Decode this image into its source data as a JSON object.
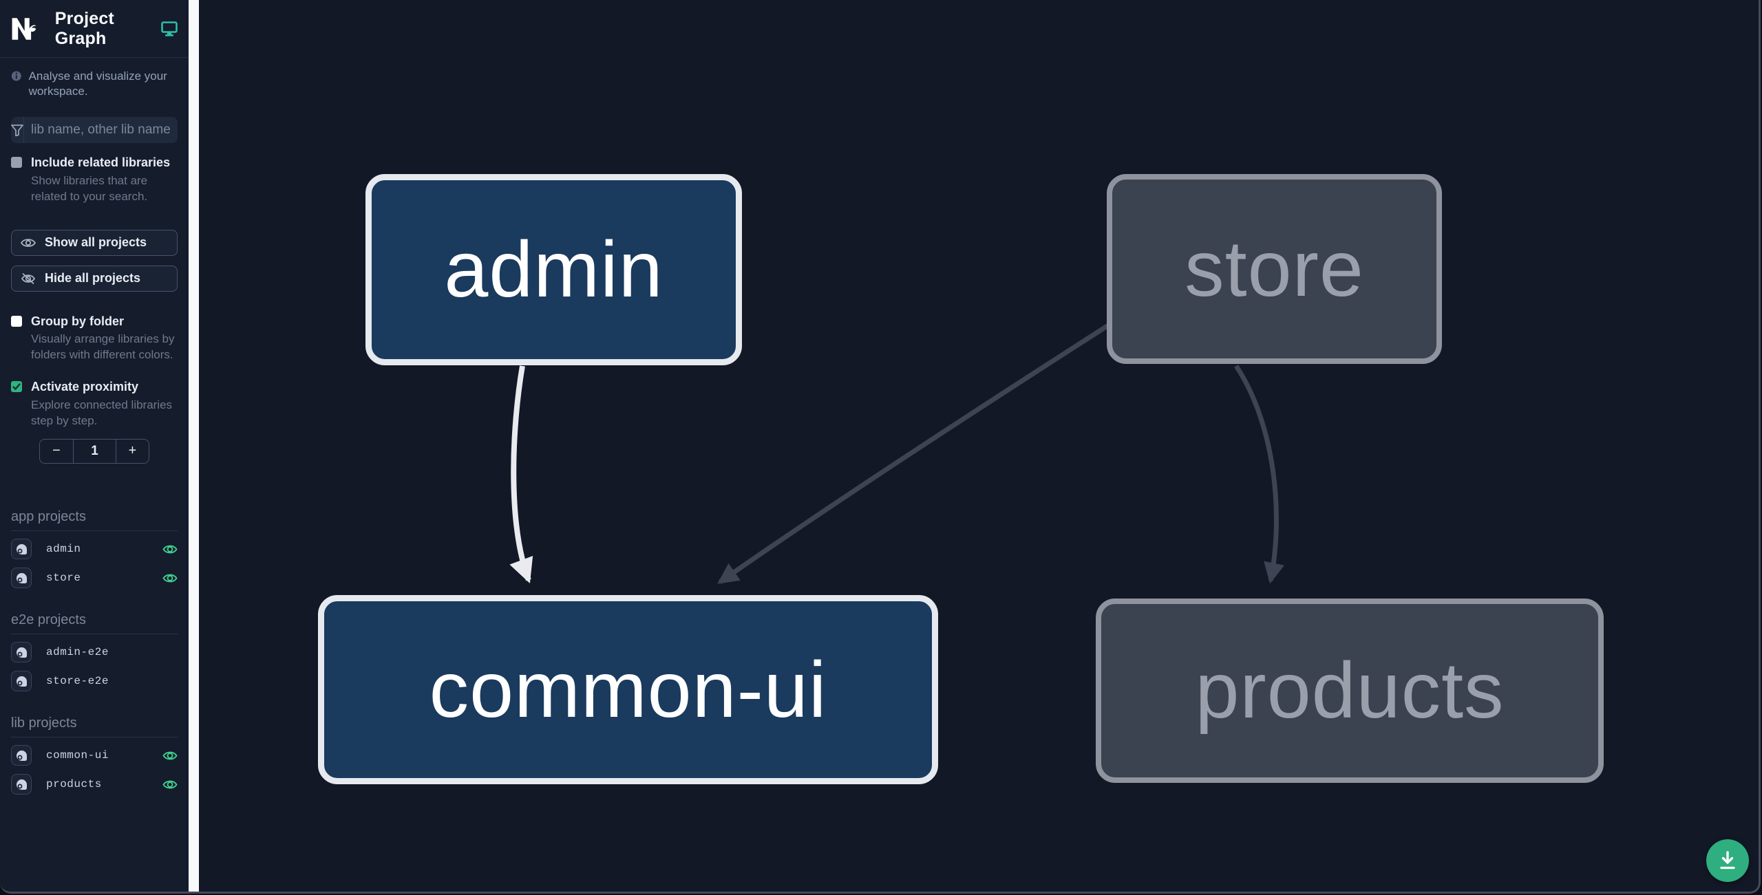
{
  "app": {
    "title": "Project Graph",
    "info_text": "Analyse and visualize your workspace."
  },
  "sidebar": {
    "filter": {
      "placeholder": "lib name, other lib name"
    },
    "include_related": {
      "label": "Include related libraries",
      "description": "Show libraries that are related to your search.",
      "checked": false
    },
    "buttons": {
      "show_all": "Show all projects",
      "hide_all": "Hide all projects"
    },
    "group_by_folder": {
      "label": "Group by folder",
      "description": "Visually arrange libraries by folders with different colors.",
      "checked": false
    },
    "proximity": {
      "label": "Activate proximity",
      "description": "Explore connected libraries step by step.",
      "checked": true,
      "decrement": "−",
      "value": "1",
      "increment": "+"
    },
    "sections": [
      {
        "heading": "app projects",
        "items": [
          {
            "name": "admin",
            "visible": true
          },
          {
            "name": "store",
            "visible": true
          }
        ]
      },
      {
        "heading": "e2e projects",
        "items": [
          {
            "name": "admin-e2e",
            "visible": false
          },
          {
            "name": "store-e2e",
            "visible": false
          }
        ]
      },
      {
        "heading": "lib projects",
        "items": [
          {
            "name": "common-ui",
            "visible": true
          },
          {
            "name": "products",
            "visible": true
          }
        ]
      }
    ]
  },
  "graph": {
    "nodes": [
      {
        "id": "admin",
        "label": "admin",
        "state": "focused"
      },
      {
        "id": "store",
        "label": "store",
        "state": "faded"
      },
      {
        "id": "common-ui",
        "label": "common-ui",
        "state": "focused"
      },
      {
        "id": "products",
        "label": "products",
        "state": "faded"
      }
    ],
    "edges": [
      {
        "from": "admin",
        "to": "common-ui",
        "state": "highlighted"
      },
      {
        "from": "store",
        "to": "common-ui",
        "state": "faded"
      },
      {
        "from": "store",
        "to": "products",
        "state": "faded"
      }
    ]
  },
  "colors": {
    "accent_teal": "#2cc0a8",
    "accent_green": "#3ecf8e",
    "fab_green": "#2fae80",
    "node_focused_fill": "#1a3a5e",
    "node_focused_stroke": "#e6e9ee",
    "node_faded_fill": "#3b4250",
    "node_faded_stroke": "#8e939d",
    "edge_highlighted": "#e9ebef",
    "edge_faded": "#3d4554",
    "sidebar_bg": "#151c2c",
    "canvas_bg": "#121826"
  }
}
